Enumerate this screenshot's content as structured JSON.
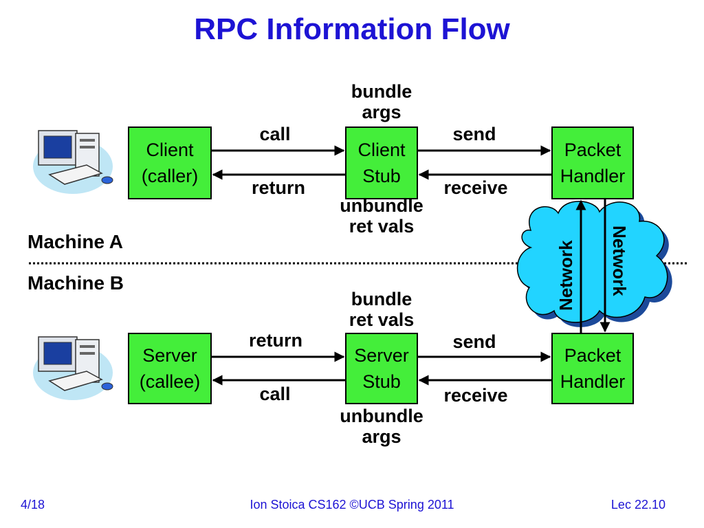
{
  "title": "RPC Information Flow",
  "boxes": {
    "client": {
      "line1": "Client",
      "line2": "(caller)"
    },
    "client_stub": {
      "line1": "Client",
      "line2": "Stub"
    },
    "packet_handler_a": {
      "line1": "Packet",
      "line2": "Handler"
    },
    "server": {
      "line1": "Server",
      "line2": "(callee)"
    },
    "server_stub": {
      "line1": "Server",
      "line2": "Stub"
    },
    "packet_handler_b": {
      "line1": "Packet",
      "line2": "Handler"
    }
  },
  "labels": {
    "bundle_args_top_1": "bundle",
    "bundle_args_top_2": "args",
    "call_top": "call",
    "return_top": "return",
    "send_top": "send",
    "receive_top": "receive",
    "unbundle_ret_1": "unbundle",
    "unbundle_ret_2": "ret vals",
    "bundle_ret_1": "bundle",
    "bundle_ret_2": "ret vals",
    "return_bottom": "return",
    "call_bottom": "call",
    "send_bottom": "send",
    "receive_bottom": "receive",
    "unbundle_args_1": "unbundle",
    "unbundle_args_2": "args"
  },
  "machines": {
    "a": "Machine A",
    "b": "Machine B"
  },
  "network": {
    "left": "Network",
    "right": "Network"
  },
  "colors": {
    "box": "#44ee3a",
    "cloud": "#22d4ff",
    "title": "#1d13d4"
  },
  "footer": {
    "left": "4/18",
    "center": "Ion Stoica CS162 ©UCB Spring 2011",
    "right": "Lec 22.10"
  }
}
